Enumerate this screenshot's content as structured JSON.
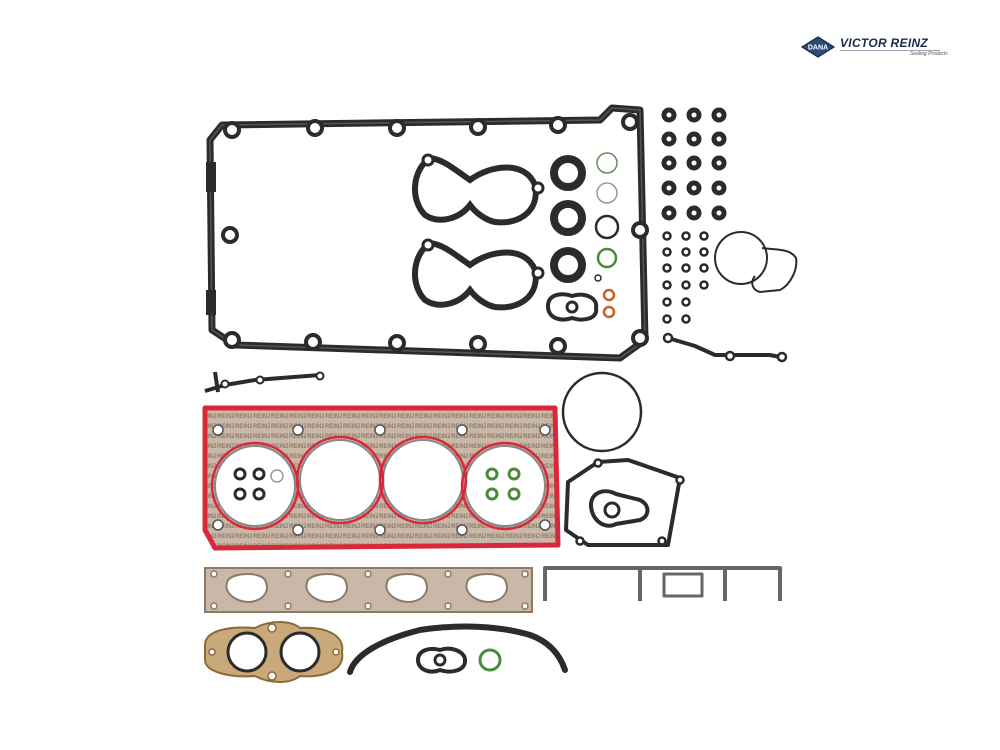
{
  "brand": {
    "badge_text": "DANA",
    "name": "VICTOR REINZ",
    "tagline": "Sealing Products",
    "colors": {
      "navy": "#1b2a4a",
      "badge_fill": "#2a4a78"
    }
  },
  "gasket_set": {
    "head_gasket_print": "REINZ",
    "colors": {
      "rubber": "#2b2b2b",
      "fiber": "#c9b8a8",
      "fiber_dark": "#8c7a6a",
      "bead_red": "#d8283a",
      "green_ring": "#4a8a3a",
      "copper_ring": "#c8602a",
      "steel": "#b7bcc4"
    }
  }
}
